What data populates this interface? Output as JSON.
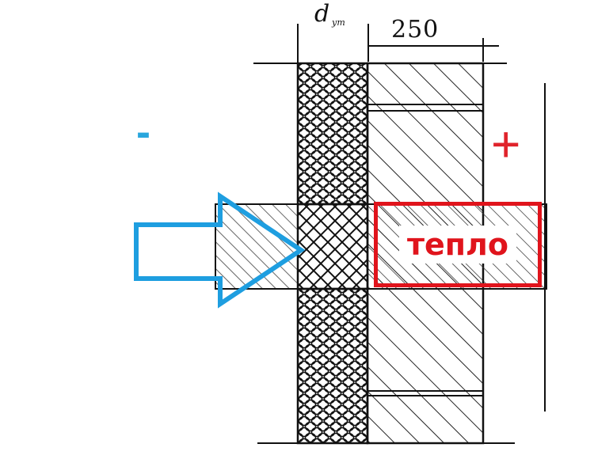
{
  "labels": {
    "dimension": "250",
    "d_main": "d",
    "d_sub": "ут",
    "minus": "-",
    "plus": "+",
    "teplo": "тепло"
  },
  "colors": {
    "minus": "#29a6dd",
    "plus": "#e0232b",
    "teplo": "#e0141c",
    "arrow": "#1e9ee0",
    "ink": "#111111"
  }
}
